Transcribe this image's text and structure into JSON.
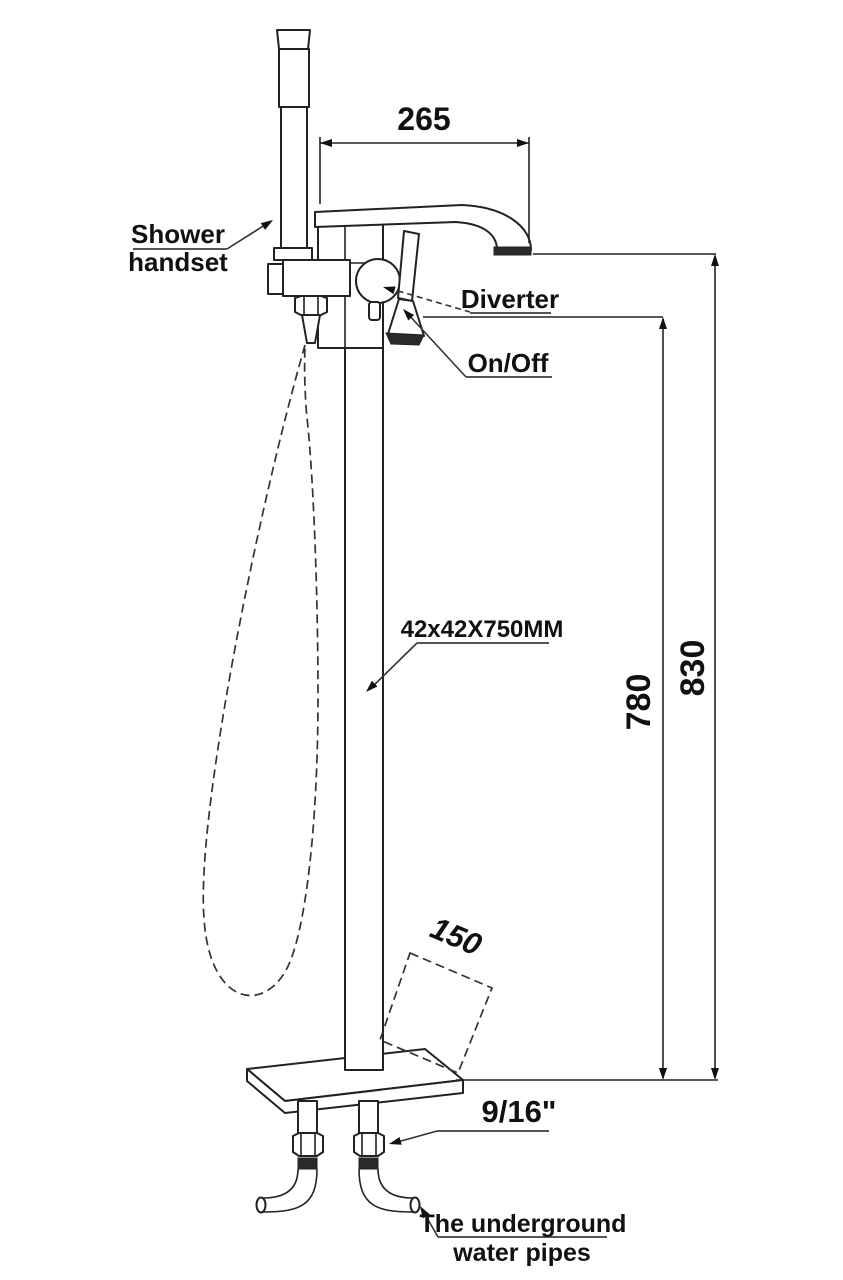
{
  "colors": {
    "ink": "#111111",
    "background": "#ffffff"
  },
  "drawing": {
    "labels": {
      "shower_handset_line1": "Shower",
      "shower_handset_line2": "handset",
      "diverter": "Diverter",
      "on_off": "On/Off",
      "column_spec": "42x42X750MM",
      "thread_spec": "9/16\"",
      "underground_line1": "The underground",
      "underground_line2": "water pipes"
    },
    "dimensions": {
      "spout_reach_mm": "265",
      "handle_height_mm": "780",
      "spout_height_mm": "830",
      "base_plate_mm": "150"
    }
  }
}
